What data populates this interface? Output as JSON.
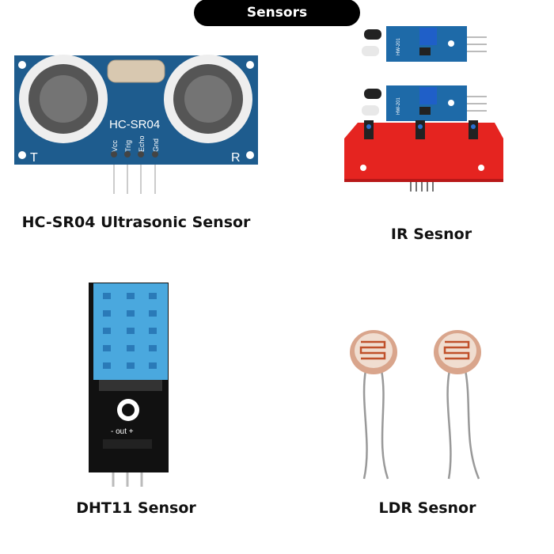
{
  "title": "Sensors",
  "sensors": [
    {
      "name": "HC-SR04 Ultrasonic Sensor"
    },
    {
      "name": "IR Sesnor"
    },
    {
      "name": "DHT11 Sensor"
    },
    {
      "name": "LDR Sesnor"
    }
  ],
  "product_markings": {
    "hcsr04_model": "HC-SR04",
    "hcsr04_pins": [
      "Vcc",
      "Trig",
      "Echo",
      "Gnd"
    ],
    "hcsr04_t": "T",
    "hcsr04_r": "R",
    "ir_model": "HW-201",
    "dht_pins": "- out +"
  },
  "colors": {
    "pcb_blue": "#1e5c8e",
    "pcb_red": "#e52420",
    "dht_blue": "#4aa8de",
    "pcb_black": "#111111"
  }
}
